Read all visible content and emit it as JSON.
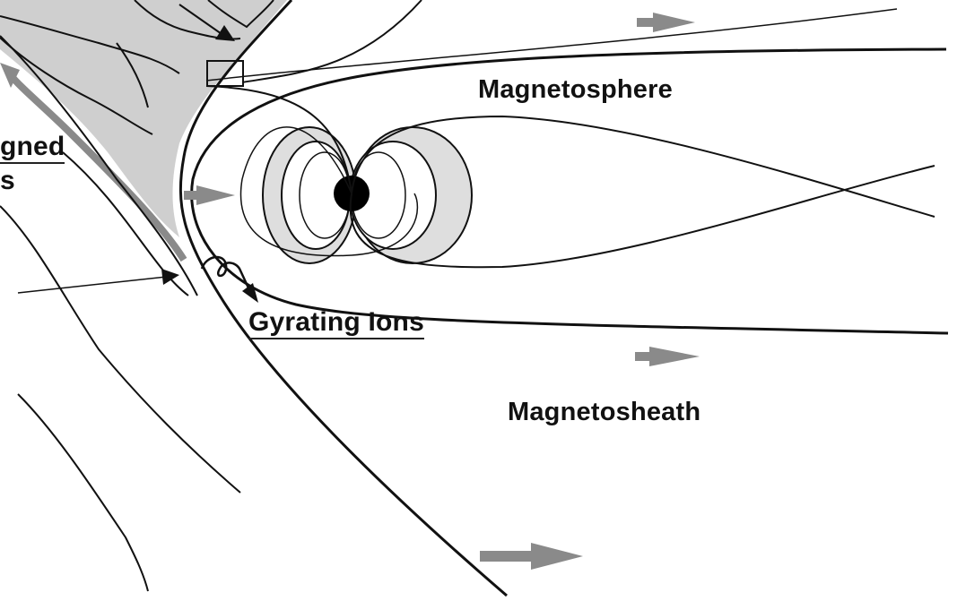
{
  "labels": {
    "magnetosphere": "Magnetosphere",
    "magnetosheath": "Magnetosheath",
    "gyrating_ions": "Gyrating Ions",
    "aligned_fragment_1": "gned",
    "aligned_fragment_2": "s"
  },
  "colors": {
    "line": "#111111",
    "shaded_region": "#cfcfcf",
    "flow_arrow": "#8a8a8a"
  }
}
